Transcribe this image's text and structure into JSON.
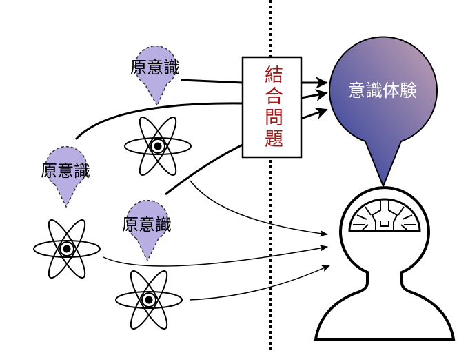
{
  "binding_problem": {
    "label_chars": [
      "結",
      "合",
      "問",
      "題"
    ],
    "label": "結合問題",
    "color": "#a31818"
  },
  "experience_bubble": {
    "label": "意識体験",
    "gradient_top": "#c3a2b4",
    "gradient_bottom": "#25399a"
  },
  "proto_bubbles": [
    {
      "label": "原意識"
    },
    {
      "label": "原意識"
    },
    {
      "label": "原意識"
    }
  ],
  "proto_fill": "#b8aee2"
}
